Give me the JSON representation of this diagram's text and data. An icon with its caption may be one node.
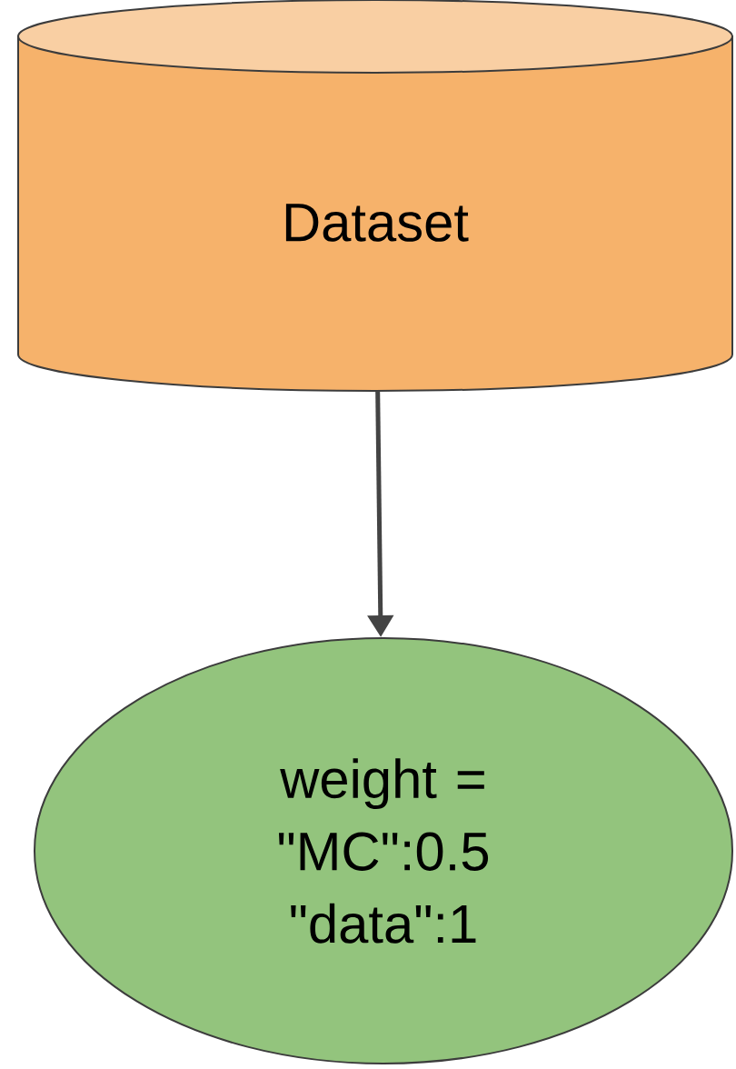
{
  "diagram": {
    "nodes": [
      {
        "text": [
          "Dataset"
        ]
      },
      {
        "text": [
          "weight = \"MC\":0.5 \"data\":1"
        ]
      }
    ],
    "edges": [
      {
        "from": 0,
        "to": 1,
        "arrow": "to"
      }
    ]
  }
}
